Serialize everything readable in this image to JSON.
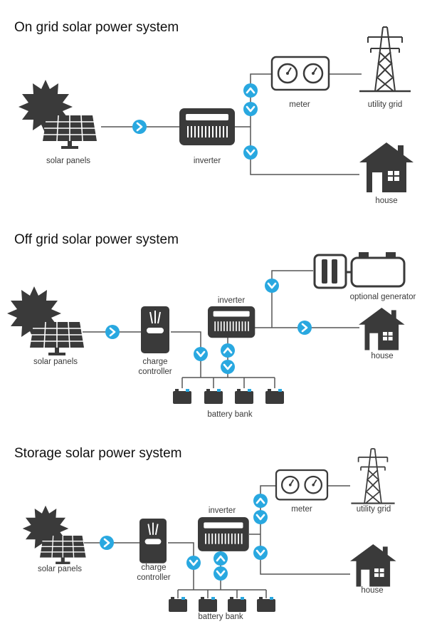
{
  "sections": [
    {
      "title": "On grid solar power system",
      "labels": {
        "solar_panels": "solar panels",
        "inverter": "inverter",
        "meter": "meter",
        "utility_grid": "utility grid",
        "house": "house"
      }
    },
    {
      "title": "Off grid solar power system",
      "labels": {
        "solar_panels": "solar panels",
        "charge_line1": "charge",
        "charge_line2": "controller",
        "inverter": "inverter",
        "generator": "optional generator",
        "house": "house",
        "battery_bank": "battery bank"
      }
    },
    {
      "title": "Storage solar power system",
      "labels": {
        "solar_panels": "solar panels",
        "charge_line1": "charge",
        "charge_line2": "controller",
        "inverter": "inverter",
        "meter": "meter",
        "utility_grid": "utility grid",
        "house": "house",
        "battery_bank": "battery bank"
      }
    }
  ],
  "colors": {
    "icon": "#3a3a3a",
    "arrow": "#29a8e0",
    "line": "#555555"
  }
}
